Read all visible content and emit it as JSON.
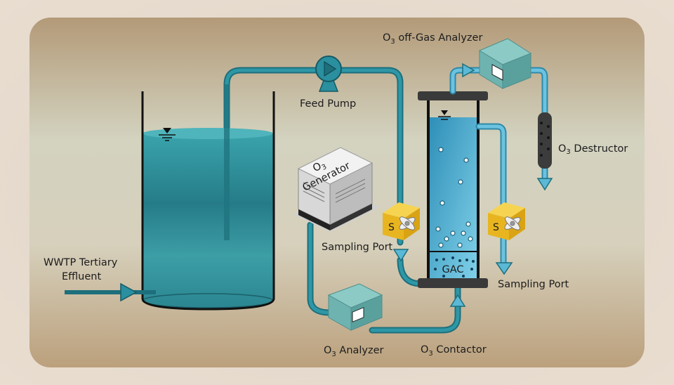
{
  "labels": {
    "offgas_analyzer": {
      "pre": "O",
      "sub": "3",
      "post": " off-Gas Analyzer"
    },
    "feed_pump": "Feed Pump",
    "destructor": {
      "pre": "O",
      "sub": "3",
      "post": " Destructor"
    },
    "generator": {
      "pre": "O",
      "sub": "3",
      "line2": "Generator"
    },
    "sampling_port_left": "Sampling Port",
    "sampling_port_right": "Sampling Port",
    "sampling_badge": "S",
    "gac": "GAC",
    "effluent_line1": "WWTP Tertiary",
    "effluent_line2": "Effluent",
    "analyzer": {
      "pre": "O",
      "sub": "3",
      "post": " Analyzer"
    },
    "contactor": {
      "pre": "O",
      "sub": "3",
      "post": " Contactor"
    }
  },
  "colors": {
    "pipe_dark": "#1f7a88",
    "pipe_light": "#5bb8d6",
    "tank_water": "#2e8e98",
    "contactor_water": "#49a9cc",
    "sampling_port": "#f0c02a",
    "analyzer_box": "#6fb3b0"
  }
}
